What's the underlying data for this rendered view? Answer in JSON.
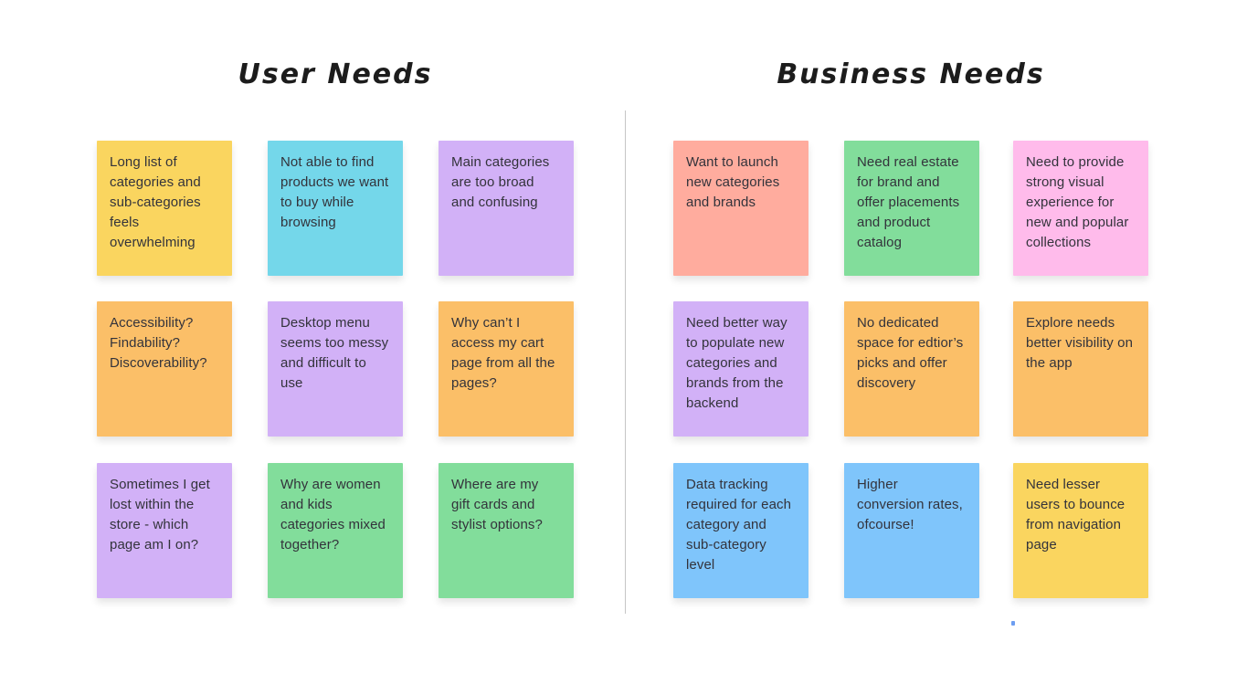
{
  "board": {
    "background": "#ffffff",
    "divider_color": "#c6c6c6",
    "note_text_color": "#33333b",
    "title_color": "#1c1c1c",
    "stray_mark_color": "#6d9ef1"
  },
  "colors": {
    "yellow": "#FAD55F",
    "cyan": "#74D7EA",
    "purple": "#D2B1F7",
    "orange": "#FBBF68",
    "green": "#82DD9B",
    "salmon": "#FFAC9E",
    "pink": "#FFBBEB",
    "blue": "#7FC5FB"
  },
  "sections": [
    {
      "title": "User Needs",
      "notes": [
        {
          "text": "Long list of categories and sub-categories feels overwhelming",
          "color": "#FAD55F"
        },
        {
          "text": "Not able to find products we want to buy while browsing",
          "color": "#74D7EA"
        },
        {
          "text": "Main categories are too broad and confusing",
          "color": "#D2B1F7"
        },
        {
          "text": "Accessibility? Findability? Discoverability?",
          "color": "#FBBF68"
        },
        {
          "text": "Desktop menu seems too messy and difficult to use",
          "color": "#D2B1F7"
        },
        {
          "text": "Why can’t I access my cart page from all the pages?",
          "color": "#FBBF68"
        },
        {
          "text": "Sometimes I get lost within the store - which page am I on?",
          "color": "#D2B1F7"
        },
        {
          "text": "Why are women and kids categories mixed together?",
          "color": "#82DD9B"
        },
        {
          "text": "Where are my gift cards and stylist options?",
          "color": "#82DD9B"
        }
      ]
    },
    {
      "title": "Business Needs",
      "notes": [
        {
          "text": "Want to launch new categories and brands",
          "color": "#FFAC9E"
        },
        {
          "text": "Need real estate for brand and offer placements and product catalog",
          "color": "#82DD9B"
        },
        {
          "text": "Need to provide strong visual experience for new and popular collections",
          "color": "#FFBBEB"
        },
        {
          "text": "Need better way to populate new categories and brands from the backend",
          "color": "#D2B1F7"
        },
        {
          "text": "No dedicated space for edtior’s picks and offer discovery",
          "color": "#FBBF68"
        },
        {
          "text": "Explore needs better visibility on the app",
          "color": "#FBBF68"
        },
        {
          "text": "Data tracking required for each category and sub-category level",
          "color": "#7FC5FB"
        },
        {
          "text": "Higher conversion rates, ofcourse!",
          "color": "#7FC5FB"
        },
        {
          "text": "Need lesser users to bounce from navigation page",
          "color": "#FAD55F"
        }
      ]
    }
  ]
}
